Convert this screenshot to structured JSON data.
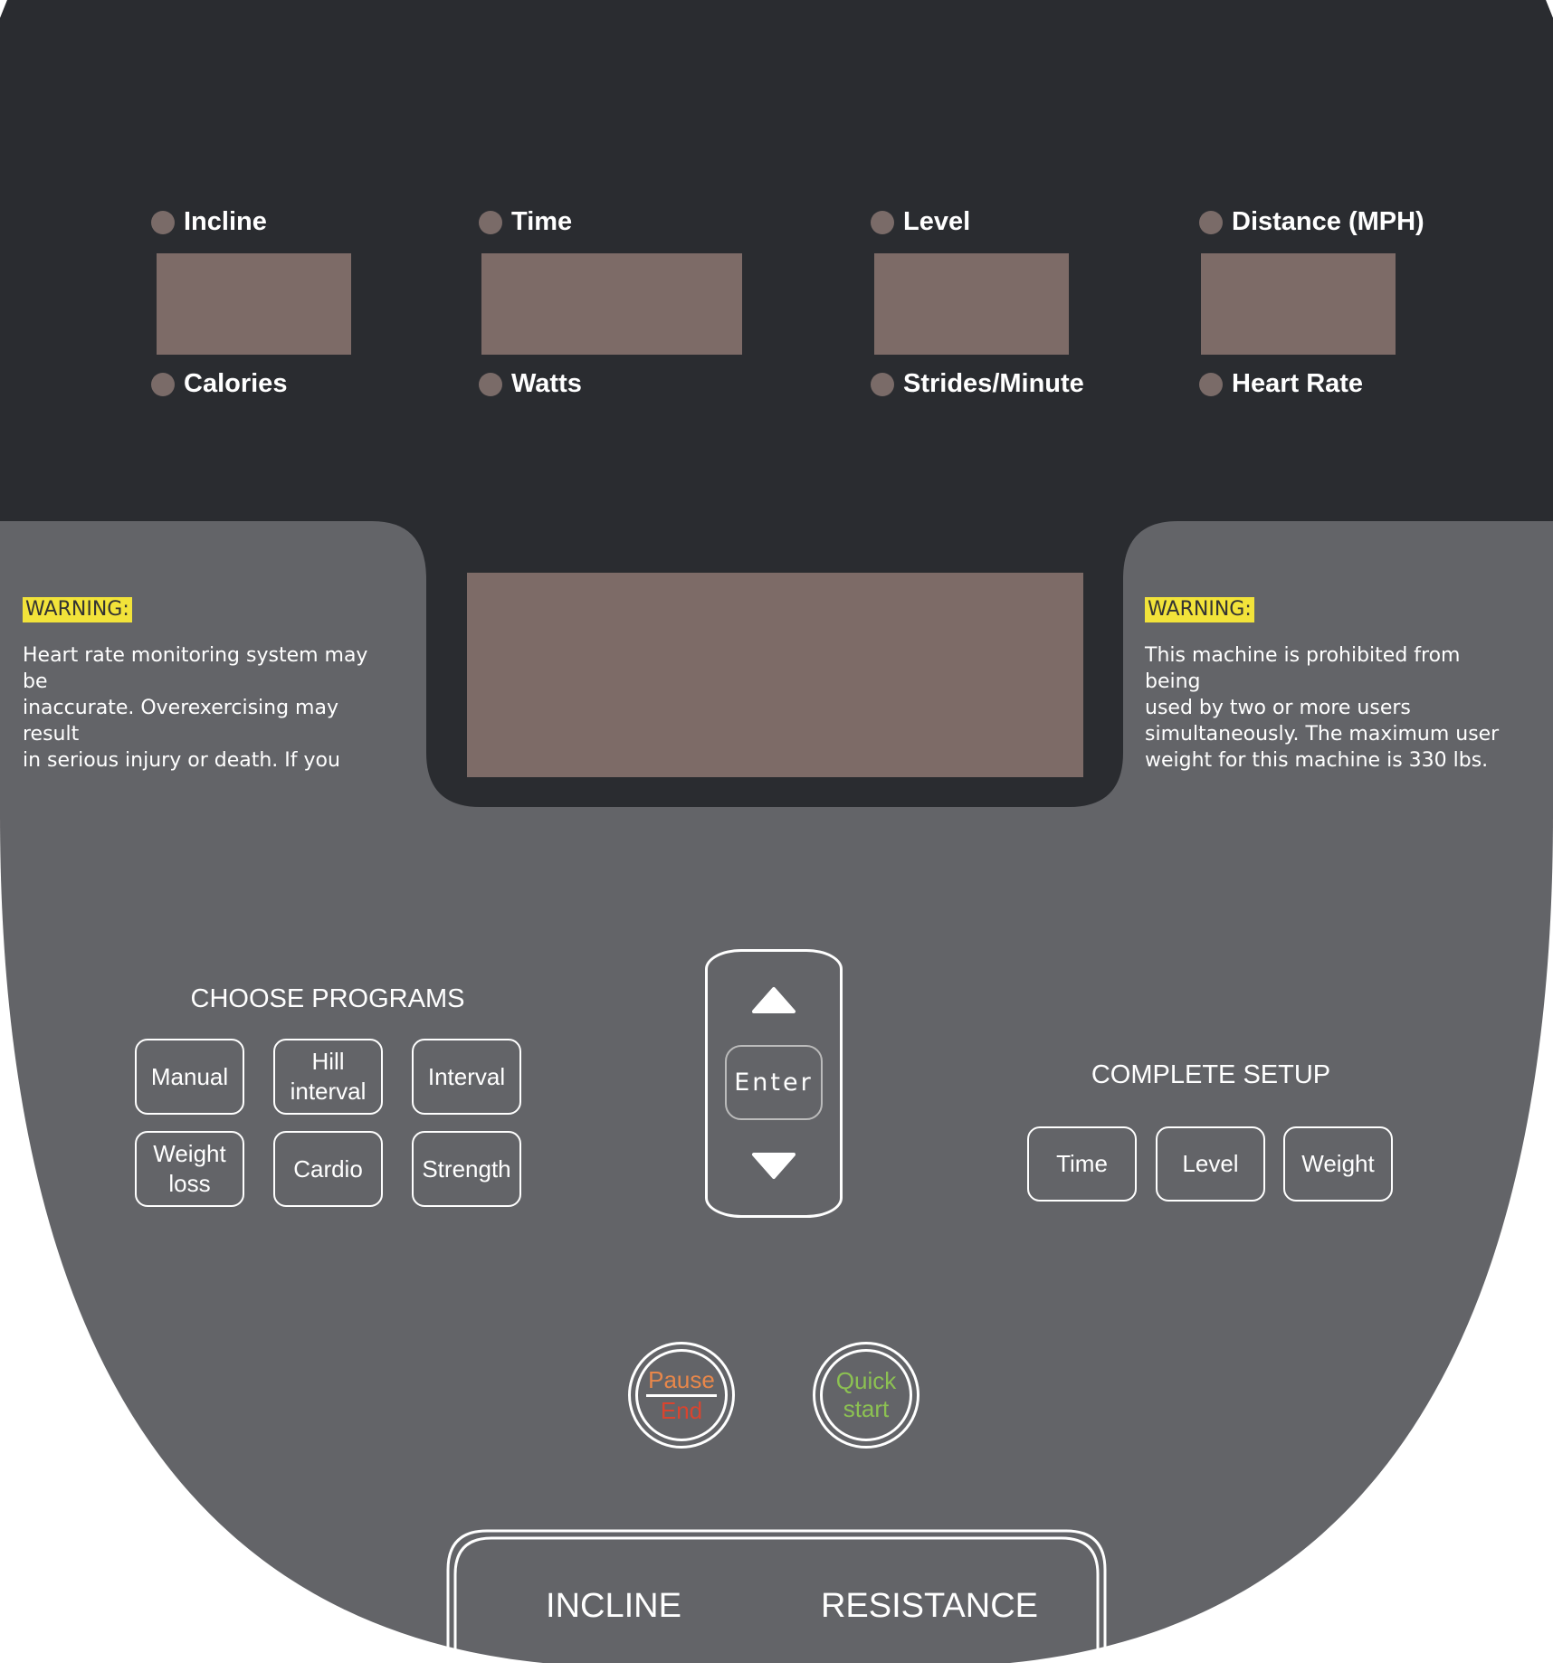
{
  "displays": {
    "top": [
      {
        "top_label": "Incline",
        "bottom_label": "Calories"
      },
      {
        "top_label": "Time",
        "bottom_label": "Watts"
      },
      {
        "top_label": "Level",
        "bottom_label": "Strides/Minute"
      },
      {
        "top_label": "Distance (MPH)",
        "bottom_label": "Heart Rate"
      }
    ]
  },
  "warnings": {
    "left": {
      "tag": "WARNING:",
      "lines": [
        "Heart rate monitoring system may",
        "be",
        "inaccurate. Overexercising may",
        "result",
        "in serious injury or death. If you"
      ]
    },
    "right": {
      "tag": "WARNING:",
      "lines": [
        "This machine is prohibited from",
        "being",
        "used by two or more users",
        "simultaneously. The maximum user",
        "weight for this machine is 330 lbs."
      ]
    }
  },
  "programs": {
    "title": "CHOOSE PROGRAMS",
    "buttons": [
      "Manual",
      "Hill interval",
      "Interval",
      "Weight loss",
      "Cardio",
      "Strength"
    ]
  },
  "nav": {
    "enter": "Enter",
    "up_icon": "triangle-up",
    "down_icon": "triangle-down"
  },
  "setup": {
    "title": "COMPLETE SETUP",
    "buttons": [
      "Time",
      "Level",
      "Weight"
    ]
  },
  "controls": {
    "pause": "Pause",
    "end": "End",
    "quick": "Quick",
    "start": "start",
    "pause_color": "#e8874a",
    "end_color": "#d9442f",
    "quick_color": "#8cc152"
  },
  "bottom": {
    "incline": "INCLINE",
    "resistance": "RESISTANCE"
  },
  "colors": {
    "dark": "#2a2c30",
    "gray": "#636468",
    "lcd": "#7d6b67",
    "warning": "#f2e33a"
  }
}
